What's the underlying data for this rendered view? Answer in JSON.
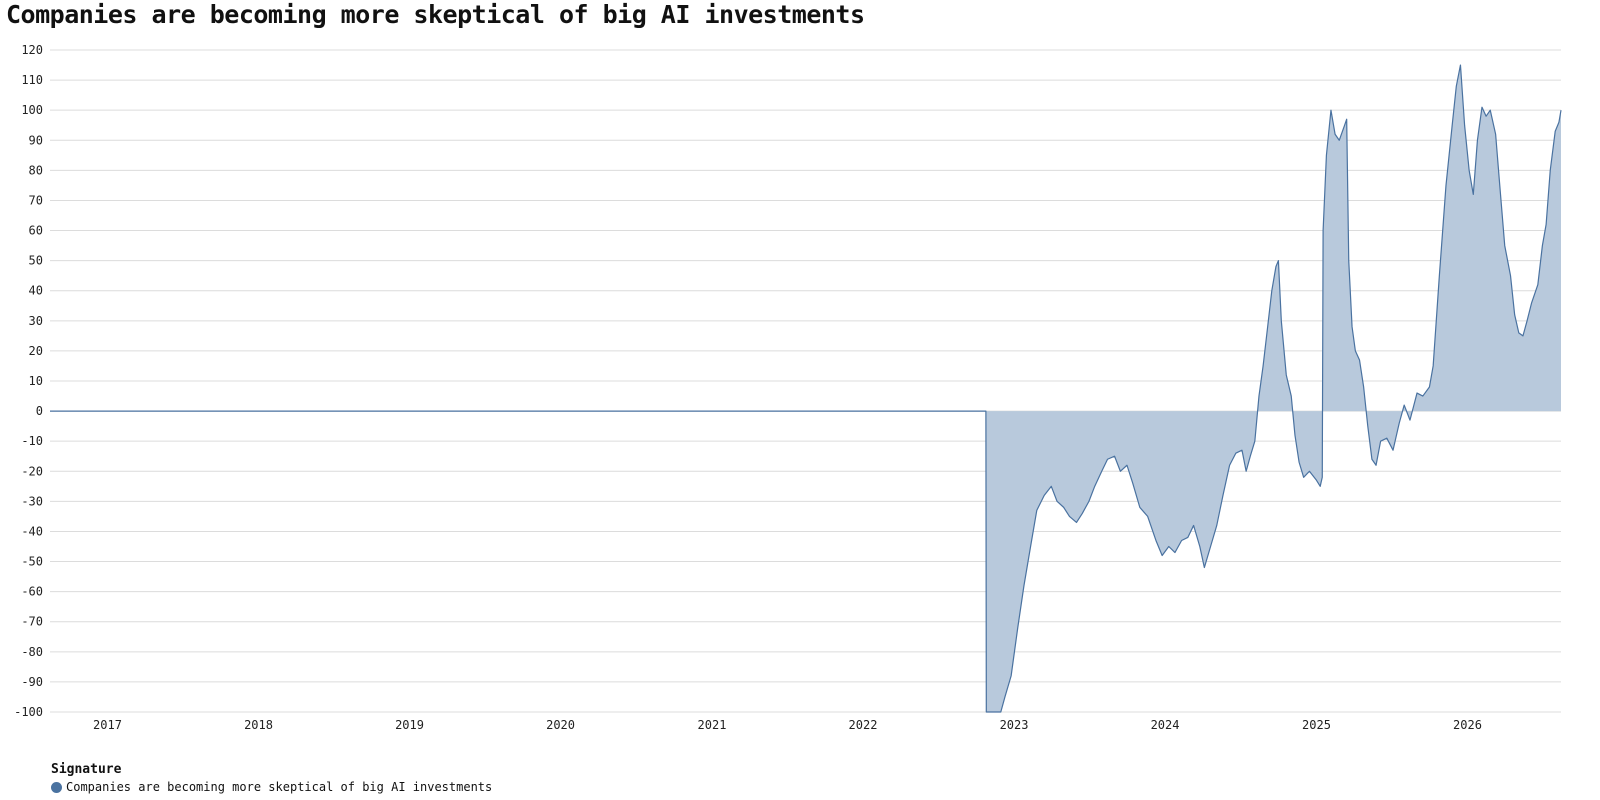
{
  "chart_data": {
    "type": "area",
    "title": "Companies are becoming more skeptical of big AI investments",
    "xlabel": "",
    "ylabel": "",
    "xlim": [
      "2016-08-15",
      "2026-08-15"
    ],
    "ylim": [
      -100,
      120
    ],
    "yticks": [
      120,
      110,
      100,
      90,
      80,
      70,
      60,
      50,
      40,
      30,
      20,
      10,
      0,
      -10,
      -20,
      -30,
      -40,
      -50,
      -60,
      -70,
      -80,
      -90,
      -100
    ],
    "xticks": [
      "2017",
      "2018",
      "2019",
      "2020",
      "2021",
      "2022",
      "2023",
      "2024",
      "2025",
      "2026"
    ],
    "grid": true,
    "legend": {
      "title": "Signature",
      "position": "bottom-left"
    },
    "series": [
      {
        "name": "Companies are becoming more skeptical of big AI investments",
        "color": "#4a72a0",
        "fill": "#b8c9dc",
        "points": [
          [
            "2016-08-15",
            0
          ],
          [
            "2022-10-25",
            0
          ],
          [
            "2022-10-26",
            -100
          ],
          [
            "2022-11-30",
            -100
          ],
          [
            "2022-12-10",
            -95
          ],
          [
            "2022-12-25",
            -88
          ],
          [
            "2023-01-10",
            -72
          ],
          [
            "2023-01-25",
            -58
          ],
          [
            "2023-02-10",
            -45
          ],
          [
            "2023-02-25",
            -33
          ],
          [
            "2023-03-15",
            -28
          ],
          [
            "2023-04-01",
            -25
          ],
          [
            "2023-04-15",
            -30
          ],
          [
            "2023-05-01",
            -32
          ],
          [
            "2023-05-15",
            -35
          ],
          [
            "2023-06-01",
            -37
          ],
          [
            "2023-06-15",
            -34
          ],
          [
            "2023-07-01",
            -30
          ],
          [
            "2023-07-15",
            -25
          ],
          [
            "2023-08-01",
            -20
          ],
          [
            "2023-08-15",
            -16
          ],
          [
            "2023-09-01",
            -15
          ],
          [
            "2023-09-15",
            -20
          ],
          [
            "2023-10-01",
            -18
          ],
          [
            "2023-10-15",
            -24
          ],
          [
            "2023-11-01",
            -32
          ],
          [
            "2023-11-20",
            -35
          ],
          [
            "2023-12-10",
            -43
          ],
          [
            "2023-12-25",
            -48
          ],
          [
            "2024-01-10",
            -45
          ],
          [
            "2024-01-25",
            -47
          ],
          [
            "2024-02-10",
            -43
          ],
          [
            "2024-02-25",
            -42
          ],
          [
            "2024-03-10",
            -38
          ],
          [
            "2024-03-25",
            -45
          ],
          [
            "2024-04-05",
            -52
          ],
          [
            "2024-04-20",
            -45
          ],
          [
            "2024-05-05",
            -38
          ],
          [
            "2024-05-20",
            -28
          ],
          [
            "2024-06-05",
            -18
          ],
          [
            "2024-06-20",
            -14
          ],
          [
            "2024-07-05",
            -13
          ],
          [
            "2024-07-15",
            -20
          ],
          [
            "2024-07-25",
            -15
          ],
          [
            "2024-08-05",
            -10
          ],
          [
            "2024-08-15",
            5
          ],
          [
            "2024-08-25",
            15
          ],
          [
            "2024-09-05",
            28
          ],
          [
            "2024-09-15",
            40
          ],
          [
            "2024-09-25",
            48
          ],
          [
            "2024-10-01",
            50
          ],
          [
            "2024-10-08",
            30
          ],
          [
            "2024-10-20",
            12
          ],
          [
            "2024-11-01",
            5
          ],
          [
            "2024-11-10",
            -8
          ],
          [
            "2024-11-20",
            -17
          ],
          [
            "2024-12-01",
            -22
          ],
          [
            "2024-12-15",
            -20
          ],
          [
            "2025-01-01",
            -23
          ],
          [
            "2025-01-10",
            -25
          ],
          [
            "2025-01-15",
            -22
          ],
          [
            "2025-01-17",
            60
          ],
          [
            "2025-01-25",
            85
          ],
          [
            "2025-02-05",
            100
          ],
          [
            "2025-02-15",
            92
          ],
          [
            "2025-02-25",
            90
          ],
          [
            "2025-03-10",
            95
          ],
          [
            "2025-03-15",
            97
          ],
          [
            "2025-03-20",
            50
          ],
          [
            "2025-03-28",
            28
          ],
          [
            "2025-04-05",
            20
          ],
          [
            "2025-04-15",
            17
          ],
          [
            "2025-04-25",
            8
          ],
          [
            "2025-05-05",
            -5
          ],
          [
            "2025-05-15",
            -16
          ],
          [
            "2025-05-25",
            -18
          ],
          [
            "2025-06-05",
            -10
          ],
          [
            "2025-06-20",
            -9
          ],
          [
            "2025-07-05",
            -13
          ],
          [
            "2025-07-20",
            -4
          ],
          [
            "2025-08-01",
            2
          ],
          [
            "2025-08-15",
            -3
          ],
          [
            "2025-09-01",
            6
          ],
          [
            "2025-09-15",
            5
          ],
          [
            "2025-10-01",
            8
          ],
          [
            "2025-10-10",
            15
          ],
          [
            "2025-10-25",
            45
          ],
          [
            "2025-11-10",
            75
          ],
          [
            "2025-11-25",
            95
          ],
          [
            "2025-12-05",
            108
          ],
          [
            "2025-12-15",
            115
          ],
          [
            "2025-12-25",
            95
          ],
          [
            "2026-01-05",
            80
          ],
          [
            "2026-01-15",
            72
          ],
          [
            "2026-01-25",
            90
          ],
          [
            "2026-02-05",
            101
          ],
          [
            "2026-02-15",
            98
          ],
          [
            "2026-02-25",
            100
          ],
          [
            "2026-03-10",
            92
          ],
          [
            "2026-03-20",
            75
          ],
          [
            "2026-04-01",
            55
          ],
          [
            "2026-04-15",
            45
          ],
          [
            "2026-04-25",
            32
          ],
          [
            "2026-05-05",
            26
          ],
          [
            "2026-05-15",
            25
          ],
          [
            "2026-05-25",
            30
          ],
          [
            "2026-06-05",
            36
          ],
          [
            "2026-06-20",
            42
          ],
          [
            "2026-07-01",
            55
          ],
          [
            "2026-07-10",
            62
          ],
          [
            "2026-07-20",
            80
          ],
          [
            "2026-08-01",
            93
          ],
          [
            "2026-08-10",
            96
          ],
          [
            "2026-08-15",
            100
          ]
        ]
      }
    ]
  }
}
